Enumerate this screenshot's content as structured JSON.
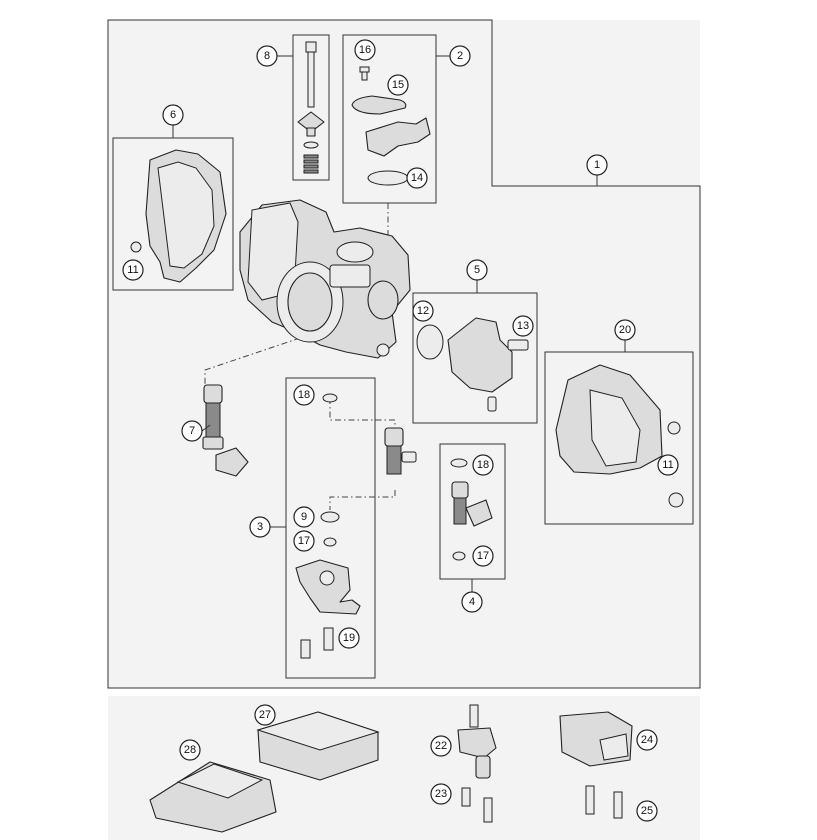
{
  "callouts": [
    "1",
    "2",
    "3",
    "4",
    "5",
    "6",
    "7",
    "8",
    "9",
    "11",
    "11",
    "12",
    "13",
    "14",
    "15",
    "16",
    "17",
    "17",
    "18",
    "18",
    "19",
    "20",
    "22",
    "23",
    "24",
    "25",
    "27",
    "28"
  ]
}
